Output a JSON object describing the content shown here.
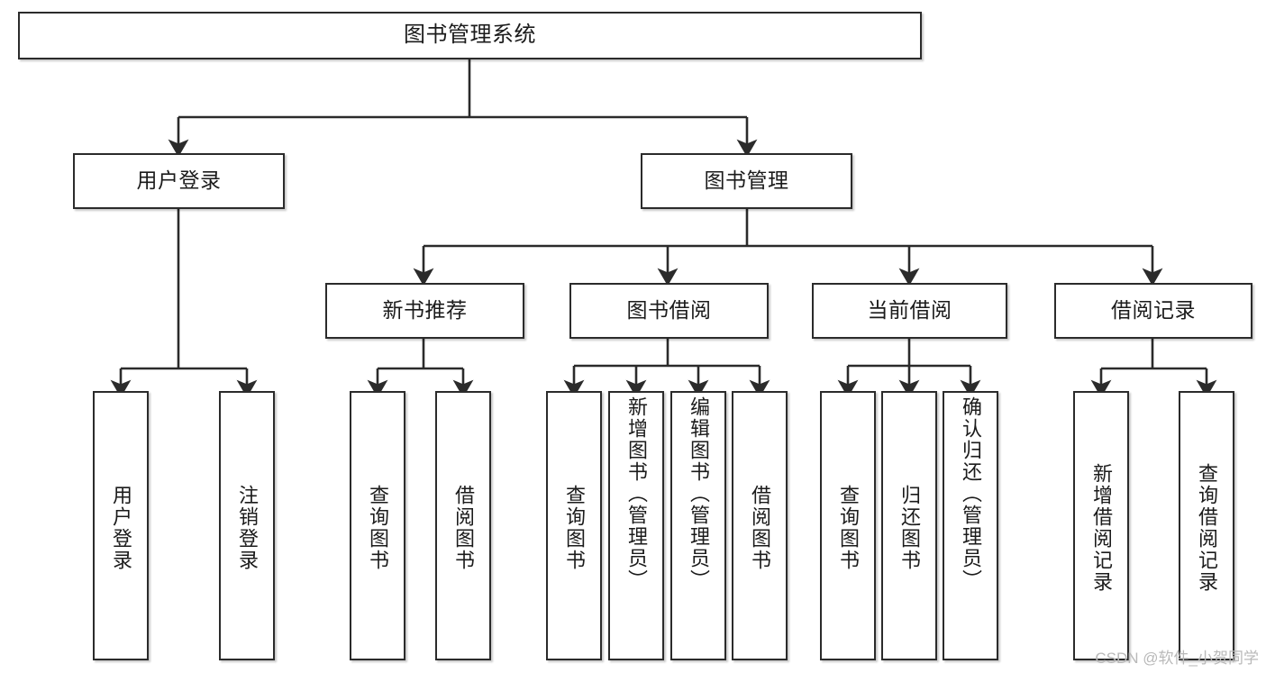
{
  "diagram": {
    "title": "图书管理系统",
    "type": "tree",
    "watermark": "CSDN @软件_小贺同学",
    "colors": {
      "box_border": "#2b2b2b",
      "box_fill": "#ffffff",
      "connector": "#2b2b2b",
      "text": "#1b1b1b",
      "watermark": "#b9b9b9",
      "page_background": "#ffffff"
    },
    "root": {
      "label": "图书管理系统"
    },
    "level2": [
      {
        "label": "用户登录"
      },
      {
        "label": "图书管理"
      }
    ],
    "level3": [
      {
        "label": "新书推荐"
      },
      {
        "label": "图书借阅"
      },
      {
        "label": "当前借阅"
      },
      {
        "label": "借阅记录"
      }
    ],
    "leaves": {
      "user_login": [
        {
          "label": "用户登录"
        },
        {
          "label": "注销登录"
        }
      ],
      "new_book_recommend": [
        {
          "label": "查询图书"
        },
        {
          "label": "借阅图书"
        }
      ],
      "book_borrow": [
        {
          "label": "查询图书"
        },
        {
          "label": "新增图书（管理员）"
        },
        {
          "label": "编辑图书（管理员）"
        },
        {
          "label": "借阅图书"
        }
      ],
      "current_borrow": [
        {
          "label": "查询图书"
        },
        {
          "label": "归还图书"
        },
        {
          "label": "确认归还（管理员）"
        }
      ],
      "borrow_records": [
        {
          "label": "新增借阅记录"
        },
        {
          "label": "查询借阅记录"
        }
      ]
    }
  }
}
